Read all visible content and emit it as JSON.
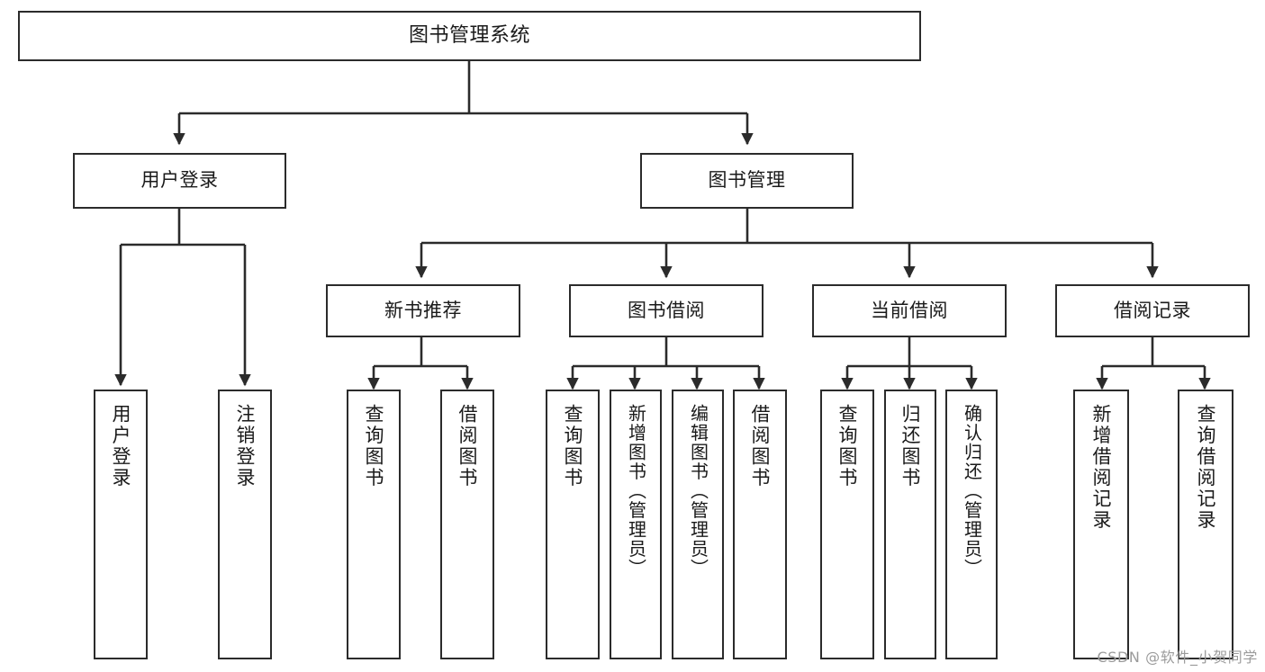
{
  "diagram": {
    "title": "图书管理系统",
    "type": "hierarchy-tree",
    "watermark": "CSDN @软件_小贺同学",
    "colors": {
      "stroke": "#2b2b2b",
      "fill": "#ffffff",
      "text": "#1a1a1a",
      "watermark": "#9b9b9b"
    },
    "levels": {
      "root": {
        "label": "图书管理系统"
      },
      "level2": [
        {
          "label": "用户登录"
        },
        {
          "label": "图书管理"
        }
      ],
      "level3": [
        {
          "label": "新书推荐"
        },
        {
          "label": "图书借阅"
        },
        {
          "label": "当前借阅"
        },
        {
          "label": "借阅记录"
        }
      ],
      "leaves": {
        "user_login": [
          {
            "label": "用户登录"
          },
          {
            "label": "注销登录"
          }
        ],
        "new_book": [
          {
            "label": "查询图书"
          },
          {
            "label": "借阅图书"
          }
        ],
        "book_borrow": [
          {
            "label": "查询图书"
          },
          {
            "label": "新增图书（管理员）"
          },
          {
            "label": "编辑图书（管理员）"
          },
          {
            "label": "借阅图书"
          }
        ],
        "current_borrow": [
          {
            "label": "查询图书"
          },
          {
            "label": "归还图书"
          },
          {
            "label": "确认归还（管理员）"
          }
        ],
        "borrow_record": [
          {
            "label": "新增借阅记录"
          },
          {
            "label": "查询借阅记录"
          }
        ]
      }
    }
  }
}
